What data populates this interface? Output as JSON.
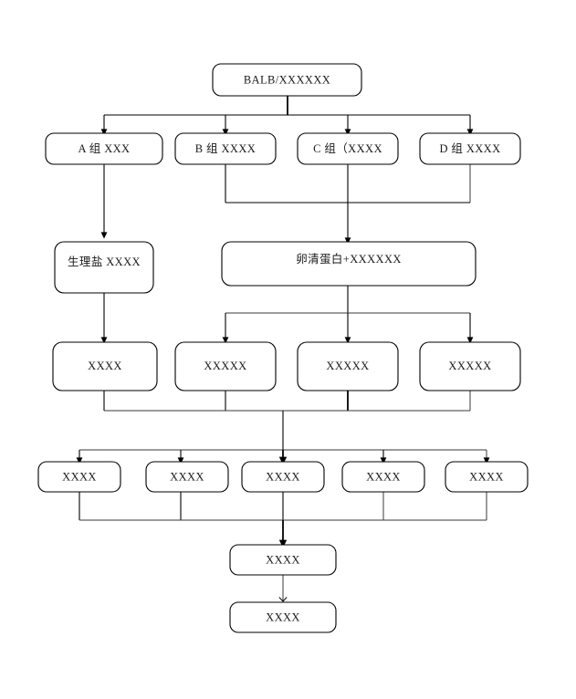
{
  "diagram": {
    "title": "",
    "type": "flowchart",
    "background": "#ffffff",
    "stroke_color": "#000000",
    "text_color": "#1a1a1a",
    "nodes": {
      "root": {
        "label": "BALB/XXXXXX"
      },
      "group_a": {
        "label": "A 组 XXX"
      },
      "group_b": {
        "label": "B 组 XXXX"
      },
      "group_c": {
        "label": "C 组（XXXX"
      },
      "group_d": {
        "label": "D 组 XXXX"
      },
      "saline": {
        "label": "生理盐 XXXX"
      },
      "ovalbumin": {
        "label": "卵清蛋白+XXXXXX"
      },
      "row3_1": {
        "label": "XXXX"
      },
      "row3_2": {
        "label": "XXXXX"
      },
      "row3_3": {
        "label": "XXXXX"
      },
      "row3_4": {
        "label": "XXXXX"
      },
      "row4_1": {
        "label": "XXXX"
      },
      "row4_2": {
        "label": "XXXX"
      },
      "row4_3": {
        "label": "XXXX"
      },
      "row4_4": {
        "label": "XXXX"
      },
      "row4_5": {
        "label": "XXXX"
      },
      "result_1": {
        "label": "XXXX"
      },
      "result_2": {
        "label": "XXXX"
      }
    }
  }
}
